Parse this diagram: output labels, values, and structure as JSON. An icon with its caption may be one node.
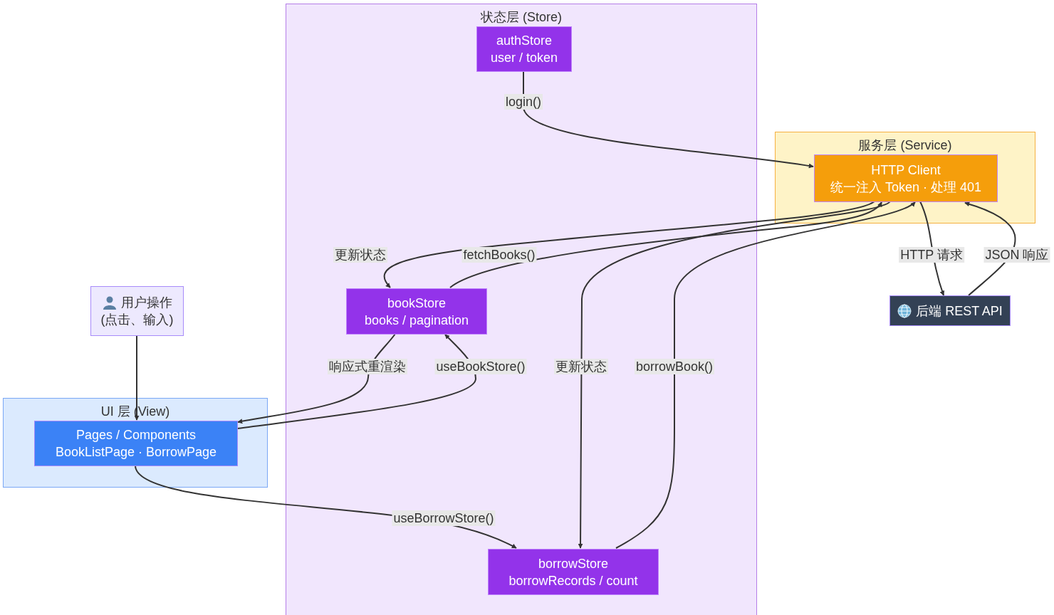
{
  "diagram": {
    "nodes": [
      {
        "text": [
          "UI 层 (View)"
        ]
      },
      {
        "text": [
          "Pages / Components",
          "BookListPage · BorrowPage"
        ],
        "in": 0
      },
      {
        "text": [
          "用户操作",
          "(点击、输入)"
        ]
      },
      {
        "text": [
          "状态层 (Store)"
        ]
      },
      {
        "text": [
          "authStore",
          "user / token"
        ],
        "in": 3
      },
      {
        "text": [
          "bookStore",
          "books / pagination"
        ],
        "in": 3
      },
      {
        "text": [
          "borrowStore",
          "borrowRecords / count"
        ],
        "in": 3
      },
      {
        "text": [
          "服务层 (Service)"
        ]
      },
      {
        "text": [
          "HTTP Client",
          "统一注入 Token · 处理 401"
        ],
        "in": 7
      },
      {
        "text": [
          "后端 REST API"
        ]
      }
    ],
    "edges": [
      {
        "from": 2,
        "to": 1,
        "arrow": "to"
      },
      {
        "from": 1,
        "to": 5,
        "arrow": "to",
        "label": "useBookStore()"
      },
      {
        "from": 5,
        "to": 1,
        "arrow": "to",
        "label": "响应式重渲染"
      },
      {
        "from": 1,
        "to": 6,
        "arrow": "to",
        "label": "useBorrowStore()"
      },
      {
        "from": 4,
        "to": 8,
        "arrow": "to",
        "label": "login()"
      },
      {
        "from": 5,
        "to": 8,
        "arrow": "to",
        "label": "fetchBooks()"
      },
      {
        "from": 8,
        "to": 5,
        "arrow": "to",
        "label": "更新状态"
      },
      {
        "from": 6,
        "to": 8,
        "arrow": "to",
        "label": "borrowBook()"
      },
      {
        "from": 8,
        "to": 6,
        "arrow": "to",
        "label": "更新状态"
      },
      {
        "from": 8,
        "to": 9,
        "arrow": "to",
        "label": "HTTP 请求"
      },
      {
        "from": 9,
        "to": 8,
        "arrow": "to",
        "label": "JSON 响应"
      }
    ]
  }
}
